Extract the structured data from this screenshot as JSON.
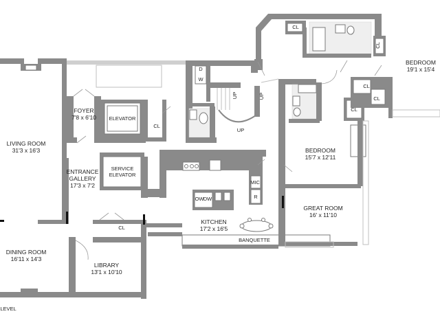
{
  "rooms": {
    "living_room": {
      "name": "LIVING ROOM",
      "dims": "31'3 x 16'3"
    },
    "foyer": {
      "name": "FOYER",
      "dims": "7'8 x 6'10"
    },
    "elevator": {
      "name": "ELEVATOR"
    },
    "service_elevator": {
      "name": "SERVICE",
      "name2": "ELEVATOR"
    },
    "entrance_gallery": {
      "name": "ENTRANCE",
      "name2": "GALLERY",
      "dims": "17'3 x 7'2"
    },
    "dining_room": {
      "name": "DINING ROOM",
      "dims": "16'11 x 14'3"
    },
    "library": {
      "name": "LIBRARY",
      "dims": "13'1 x 10'10"
    },
    "kitchen": {
      "name": "KITCHEN",
      "dims": "17'2 x 16'5"
    },
    "banquette": {
      "name": "BANQUETTE"
    },
    "great_room": {
      "name": "GREAT ROOM",
      "dims": "16' x 11'10"
    },
    "bedroom_2": {
      "name": "BEDROOM",
      "dims": "15'7 x 12'11"
    },
    "bedroom_1": {
      "name": "BEDROOM",
      "dims": "19'1 x 15'4"
    }
  },
  "closets": [
    "CL",
    "CL",
    "CL",
    "CL",
    "CL",
    "CL",
    "CL"
  ],
  "fixtures": {
    "dw": "DW",
    "d": "D",
    "w": "W",
    "up1": "UP",
    "up2": "UP",
    "up3": "UP",
    "mic": "MIC",
    "r": "R",
    "ow": "OW"
  },
  "footer": {
    "level": "LEVEL"
  }
}
